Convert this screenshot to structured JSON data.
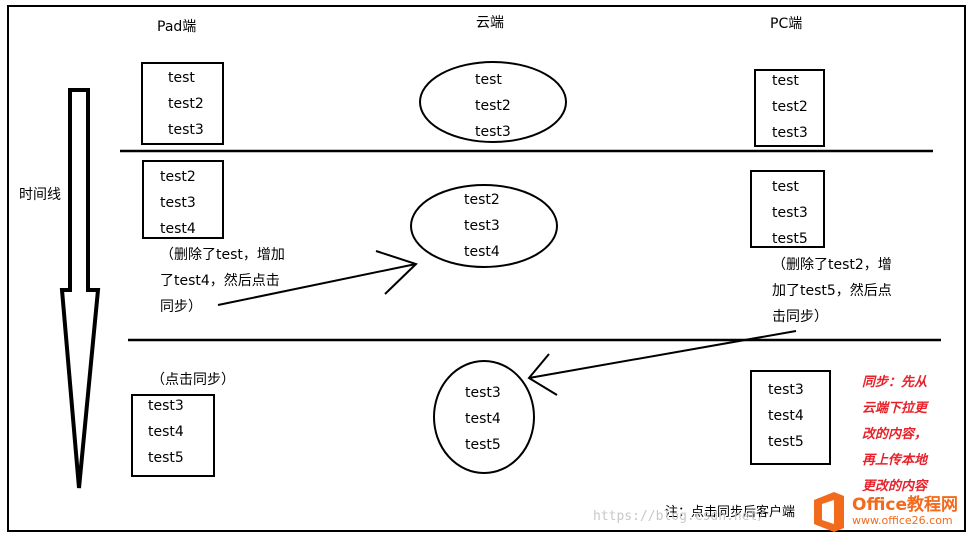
{
  "columns": {
    "pad": "Pad端",
    "cloud": "云端",
    "pc": "PC端"
  },
  "timeline_label": "时间线",
  "rows": [
    {
      "pad_items": [
        "test",
        "test2",
        "test3"
      ],
      "cloud_items": [
        "test",
        "test2",
        "test3"
      ],
      "pc_items": [
        "test",
        "test2",
        "test3"
      ]
    },
    {
      "pad_items": [
        "test2",
        "test3",
        "test4"
      ],
      "pad_note": [
        "（删除了test，增加",
        "了test4，然后点击",
        "同步）"
      ],
      "cloud_items": [
        "test2",
        "test3",
        "test4"
      ],
      "pc_items": [
        "test",
        "test3",
        "test5"
      ],
      "pc_note": [
        "（删除了test2，增",
        "加了test5，然后点",
        "击同步）"
      ]
    },
    {
      "pad_note": "（点击同步）",
      "pad_items": [
        "test3",
        "test4",
        "test5"
      ],
      "cloud_items": [
        "test3",
        "test4",
        "test5"
      ],
      "pc_items": [
        "test3",
        "test4",
        "test5"
      ]
    }
  ],
  "sync_note": [
    "同步：先从",
    "云端下拉更",
    "改的内容，",
    "再上传本地",
    "更改的内容"
  ],
  "footer_note": "注：点击同步后客户端",
  "watermark": "https://blog.csdn.net/",
  "logo": {
    "name": "Office教程网",
    "url": "www.office26.com"
  },
  "colors": {
    "sync_note": "#e8222b",
    "logo": "#f26b1d",
    "watermark": "#c8c8c8"
  }
}
